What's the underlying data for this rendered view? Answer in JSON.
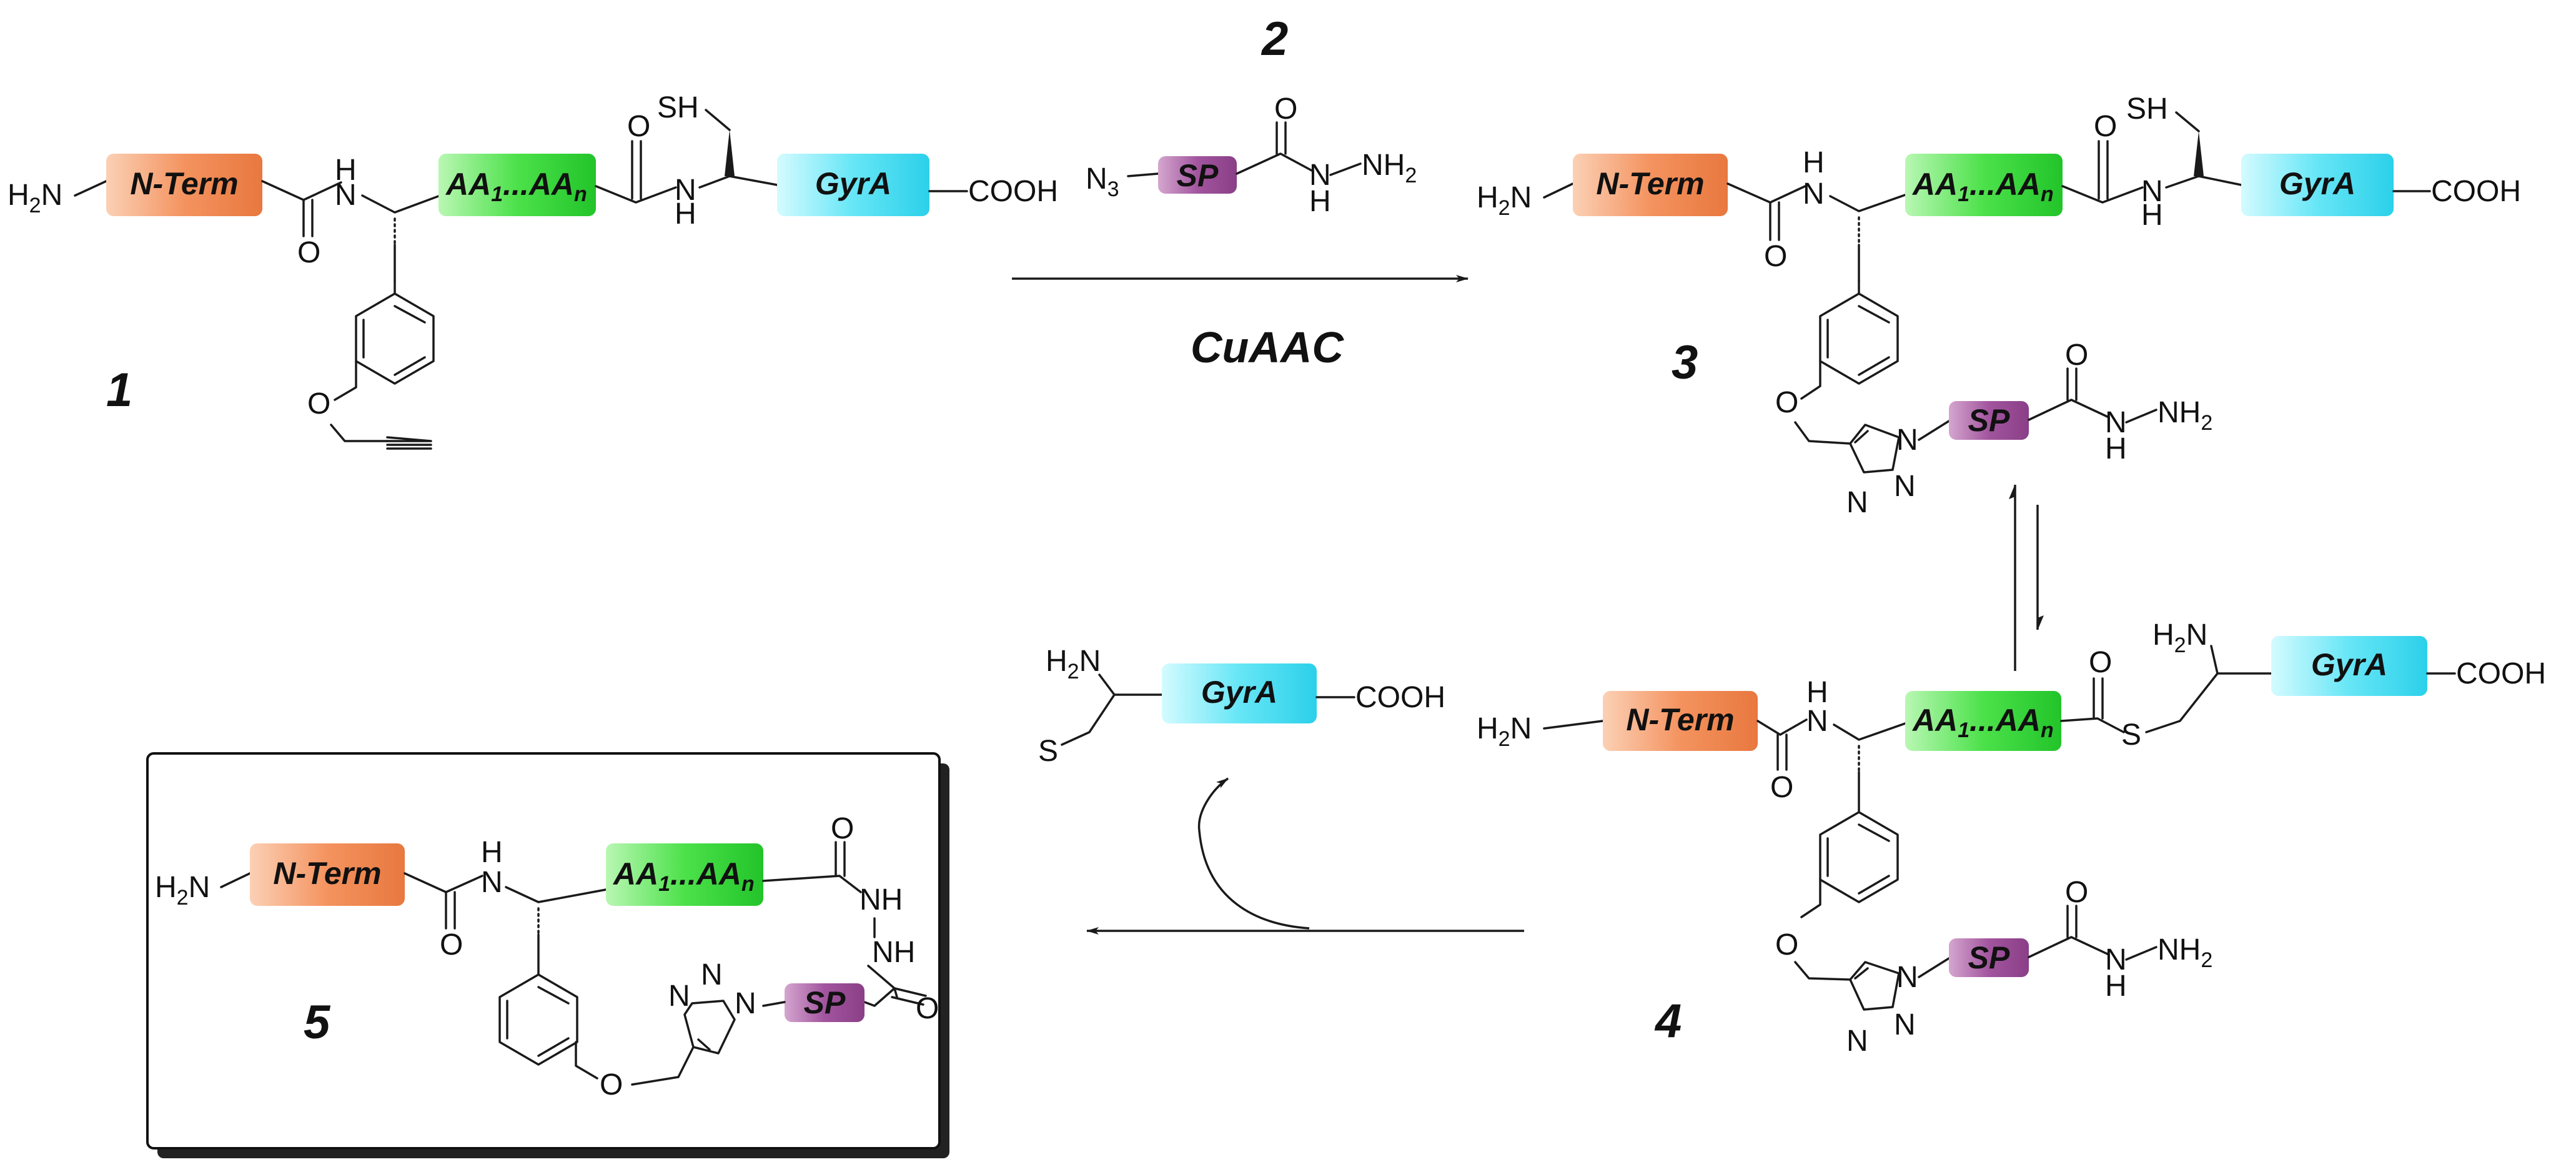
{
  "compounds": {
    "c1": "1",
    "c2": "2",
    "c3": "3",
    "c4": "4",
    "c5": "5"
  },
  "reaction": {
    "label": "CuAAC"
  },
  "blocks": {
    "nterm": "N-Term",
    "aa_a": "AA",
    "aa_sub1": "1",
    "aa_mid": "...AA",
    "aa_subn": "n",
    "gyra": "GyrA",
    "sp": "SP"
  },
  "atoms": {
    "H": "H",
    "N": "N",
    "NH": "NH",
    "O": "O",
    "S": "S",
    "SH": "SH",
    "COOH": "COOH",
    "N3": "N",
    "sub3": "3",
    "sub2": "2",
    "H2N_H": "H",
    "H2N_N": "N",
    "NH2_N": "NH",
    "NNN": "N"
  },
  "colors": {
    "nterm": "#f4935f",
    "aa": "#4ce14a",
    "gyra": "#66e6f6",
    "sp": "#a2559e",
    "frame": "#111111"
  }
}
